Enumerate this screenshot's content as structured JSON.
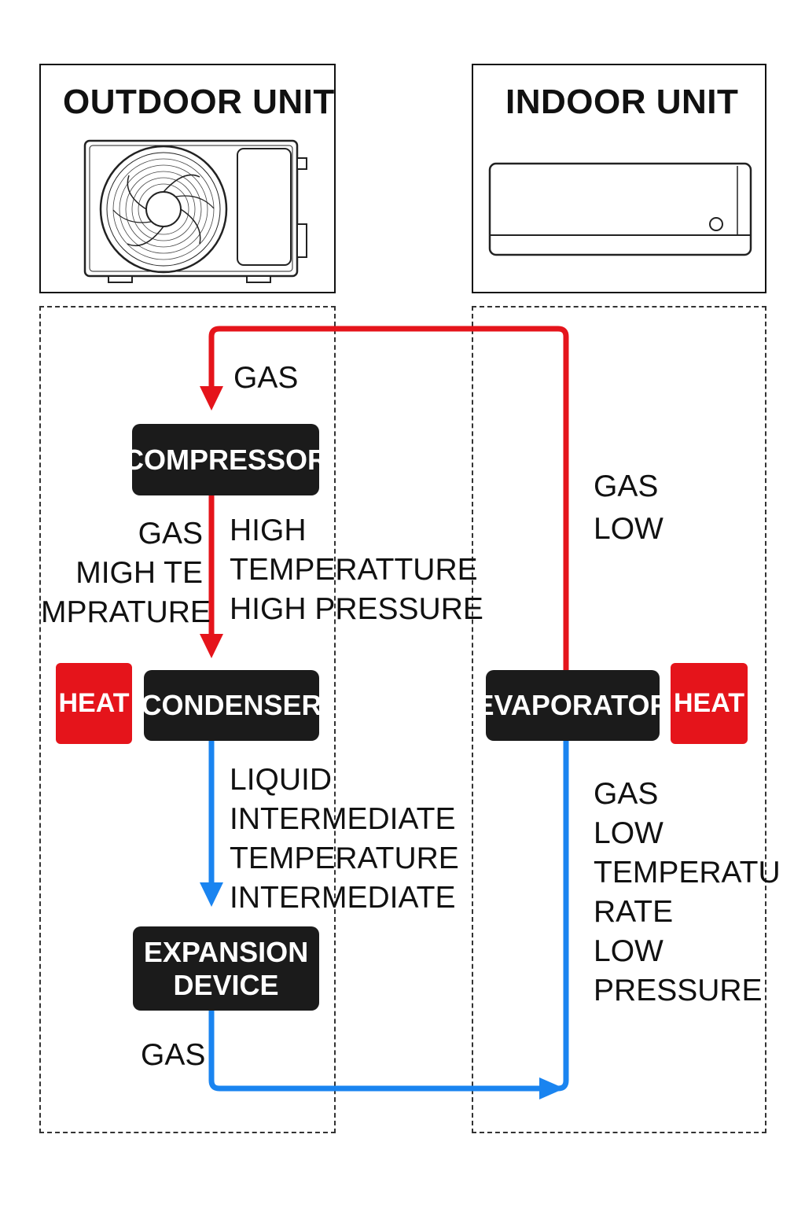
{
  "outdoor_unit": {
    "title": "OUTDOOR UNIT"
  },
  "indoor_unit": {
    "title": "INDOOR UNIT"
  },
  "components": {
    "compressor": "COMPRESSOR",
    "condenser": "CONDENSER",
    "expansion_line1": "EXPANSION",
    "expansion_line2": "DEVICE",
    "evaporator": "EVAPORATOR",
    "heat_left": "HEAT",
    "heat_right": "HEAT"
  },
  "labels": {
    "gas_top": "GAS",
    "compressor_out_left": [
      "GAS",
      "MIGH TE",
      "MPRATURE"
    ],
    "compressor_out_right": [
      "HIGH",
      "TEMPERATTURE",
      "HIGH PRESSURE"
    ],
    "evaporator_top": [
      "GAS",
      "LOW"
    ],
    "condenser_out": [
      "LIQUID",
      "INTERMEDIATE",
      "TEMPERATURE",
      "INTERMEDIATE"
    ],
    "evaporator_bottom": [
      "GAS",
      "LOW",
      "TEMPERATU",
      "RATE",
      "LOW",
      "PRESSURE"
    ],
    "gas_bottom": "GAS"
  },
  "colors": {
    "hot_line": "#e5141b",
    "cold_line": "#1a84f0",
    "component_fill": "#1b1b1b",
    "heat_fill": "#e5141b"
  }
}
